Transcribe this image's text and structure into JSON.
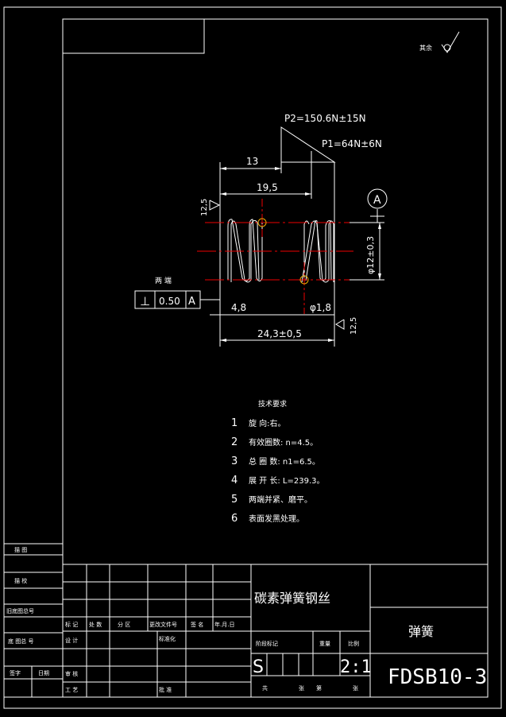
{
  "loads": {
    "p2": "P2=150.6N±15N",
    "p1": "P1=64N±6N"
  },
  "dimensions": {
    "d13": "13",
    "d19_5": "19,5",
    "d4_8": "4,8",
    "d_wire": "φ1,8",
    "d24_3": "24,3±0,5",
    "d_dia": "φ12±0,3",
    "rough_left": "12,5",
    "rough_right": "12,5",
    "rough_sheet": "其余"
  },
  "datum": "A",
  "tolerance_frame": {
    "label": "两  端",
    "symbol": "⊥",
    "value": "0.50",
    "datum": "A"
  },
  "requirements": {
    "title": "技术要求",
    "items": [
      {
        "num": "1",
        "text": "旋      向:右。"
      },
      {
        "num": "2",
        "text": "有效圈数: n=4.5。"
      },
      {
        "num": "3",
        "text": "总 圈 数: n1=6.5。"
      },
      {
        "num": "4",
        "text": "展 开 长: L=239.3。"
      },
      {
        "num": "5",
        "text": "两端并紧、磨平。"
      },
      {
        "num": "6",
        "text": "表面发黑处理。"
      }
    ]
  },
  "left_strip": [
    "描  图",
    "描  校",
    "旧底图总号",
    "底 图总 号",
    "签字",
    "日期"
  ],
  "title_block": {
    "material": "碳素弹簧钢丝",
    "part_name": "弹簧",
    "drawing_no": "FDSB10-3",
    "scale": "2:1",
    "stage_letter": "S",
    "header_row": [
      "标 记",
      "处 数",
      "分  区",
      "更改文件号",
      "签  名",
      "年.月.日"
    ],
    "left_labels": [
      "设  计",
      "审  核",
      "工  艺"
    ],
    "mid_labels": [
      "标准化",
      "批  准"
    ],
    "right_labels": [
      "阶段标记",
      "重量",
      "比例"
    ],
    "bottom_labels": [
      "共",
      "张",
      "第",
      "张"
    ]
  }
}
